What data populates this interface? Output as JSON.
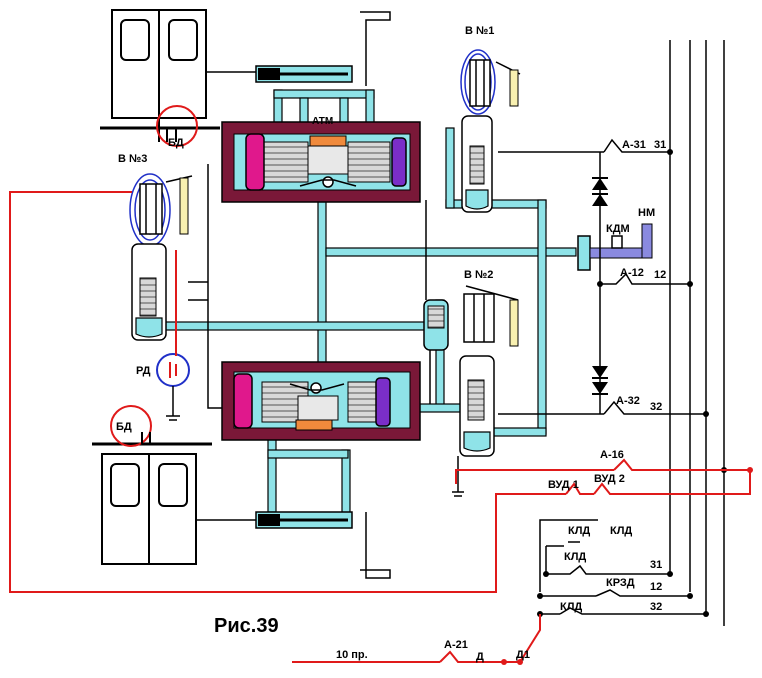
{
  "caption": "Рис.39",
  "valves": {
    "v1": "В №1",
    "v2": "В №2",
    "v3": "В №3"
  },
  "door_sensors": {
    "top": "БД",
    "bottom": "БД"
  },
  "pressure_relay": "РД",
  "atm": "АТМ",
  "kdm": "КДМ",
  "nm": "НМ",
  "contacts": {
    "a31": "А-31",
    "a12": "А-12",
    "a32": "А-32",
    "a16": "А-16",
    "a21": "А-21",
    "vud1": "ВУД 1",
    "vud2": "ВУД 2",
    "kld1": "КЛД",
    "kld2": "КЛД",
    "kld3": "КЛД",
    "kld4": "КЛД",
    "krzd": "КРЗД",
    "d": "Д",
    "d1": "Д1"
  },
  "wires": {
    "w31a": "31",
    "w12a": "12",
    "w32a": "32",
    "w31b": "31",
    "w12b": "12",
    "w32b": "32",
    "w10": "10 пр."
  },
  "colors": {
    "air": "#8fe3e8",
    "housing": "#7a1838",
    "piston_left": "#e0188c",
    "piston_right": "#7a2ec8",
    "seal": "#f08a3c",
    "wire_red": "#e01a1a",
    "coil": "#2030c8"
  }
}
